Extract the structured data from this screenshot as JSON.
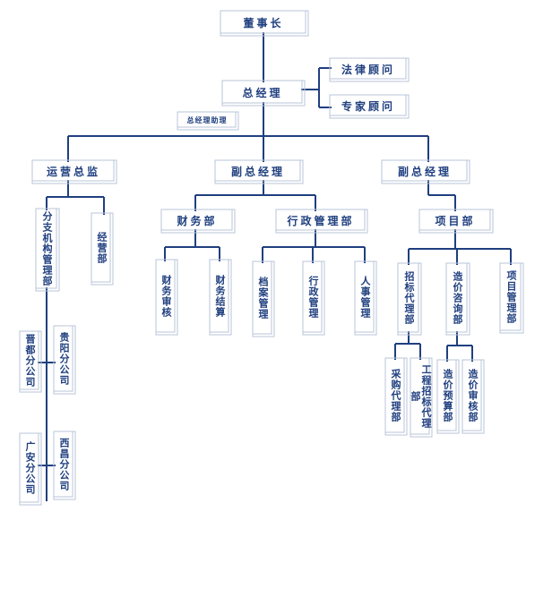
{
  "diagram": {
    "line_color": "#1f3f7f",
    "frame_color": "#b9c4d8",
    "nodes": {
      "chairman": "董事长",
      "general_manager": "总经理",
      "legal_advisor": "法律顾问",
      "expert_advisor": "专家顾问",
      "gm_assistant": "总经理助理",
      "operations_director": "运营总监",
      "deputy_gm_left": "副总经理",
      "deputy_gm_right": "副总经理",
      "branch_management": "分支机构管理部",
      "operations_dept": "经营部",
      "jinxi_branch": "晋都分公司",
      "guiyang_branch": "贵阳分公司",
      "guangan_branch": "广安分公司",
      "xichang_branch": "西昌分公司",
      "finance_dept": "财务部",
      "finance_audit": "财务审核",
      "finance_settlement": "财务结算",
      "admin_dept": "行政管理部",
      "archives_mgmt": "档案管理",
      "admin_mgmt": "行政管理",
      "hr_mgmt": "人事管理",
      "project_dept": "项目部",
      "bidding_agency_dept": "招标代理部",
      "cost_consulting_dept": "造价咨询部",
      "project_mgmt_dept": "项目管理部",
      "procurement_agency": "采购代理部",
      "engineering_bidding_agency": "工程招标代理部",
      "cost_budget": "造价预算部",
      "cost_audit": "造价审核部"
    }
  }
}
